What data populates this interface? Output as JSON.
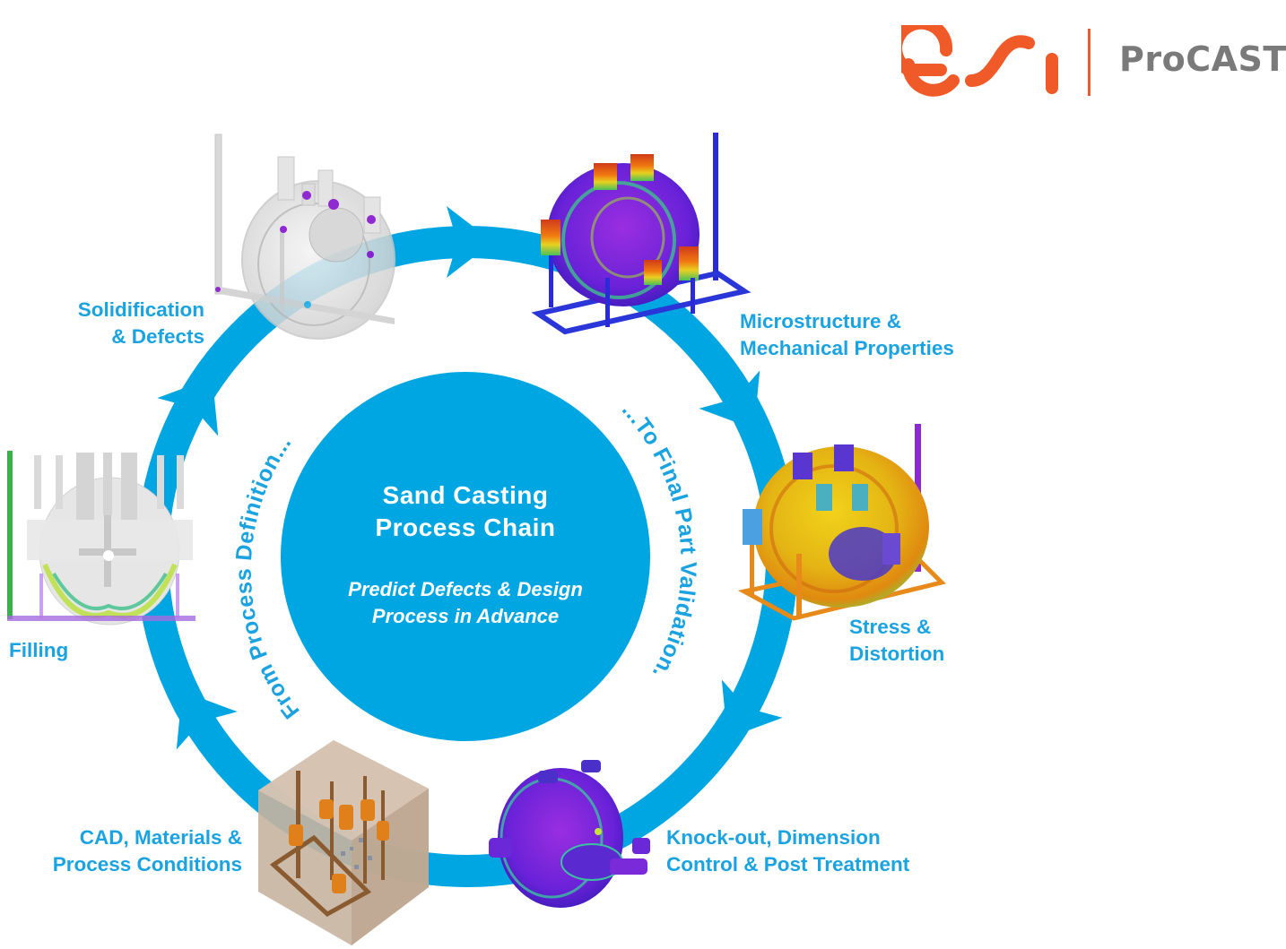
{
  "brand": {
    "company_logo": "esi",
    "product_name": "ProCAST",
    "brand_color": "#f05a28",
    "product_color": "#7a7a7a"
  },
  "colors": {
    "accent": "#00a6e2",
    "label_text": "#1aa3e0",
    "center_text": "#ffffff"
  },
  "center": {
    "title_line1": "Sand Casting",
    "title_line2": "Process Chain",
    "subtitle_line1": "Predict Defects & Design",
    "subtitle_line2": "Process in Advance"
  },
  "arc_text": {
    "left": "From Process Definition...",
    "right": "...To Final Part Validation."
  },
  "steps": [
    {
      "id": "cad",
      "line1": "CAD, Materials &",
      "line2": "Process Conditions",
      "image": "mold-box-cad-image"
    },
    {
      "id": "filling",
      "line1": "Filling",
      "line2": "",
      "image": "filling-simulation-image"
    },
    {
      "id": "solidification",
      "line1": "Solidification",
      "line2": "& Defects",
      "image": "solidification-simulation-image"
    },
    {
      "id": "microstructure",
      "line1": "Microstructure &",
      "line2": "Mechanical Properties",
      "image": "microstructure-simulation-image"
    },
    {
      "id": "stress",
      "line1": "Stress &",
      "line2": "Distortion",
      "image": "stress-simulation-image"
    },
    {
      "id": "knockout",
      "line1": "Knock-out, Dimension",
      "line2": "Control & Post Treatment",
      "image": "knockout-simulation-image"
    }
  ]
}
